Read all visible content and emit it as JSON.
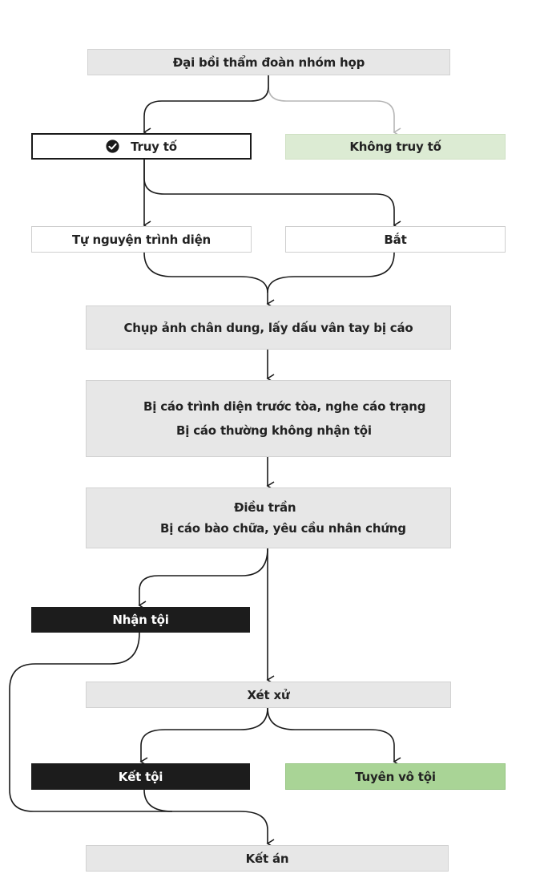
{
  "nodes": {
    "grand_jury": "Đại bồi thẩm đoàn nhóm họp",
    "indictment": "Truy tố",
    "no_indictment": "Không truy tố",
    "voluntary_appearance": "Tự nguyện trình diện",
    "arrest": "Bắt",
    "booking": "Chụp ảnh chân dung, lấy dấu vân tay bị cáo",
    "arraignment_line1": "Bị cáo trình diện trước tòa, nghe cáo trạng",
    "arraignment_line2": "Bị cáo thường không nhận tội",
    "hearing_line1": "Điều trần",
    "hearing_line2": "Bị cáo bào chữa, yêu cầu nhân chứng",
    "guilty_plea": "Nhận tội",
    "trial": "Xét xử",
    "conviction": "Kết tội",
    "acquittal": "Tuyên vô tội",
    "sentencing": "Kết án"
  },
  "icons": {
    "indictment_marker": "check-circle-icon"
  },
  "colors": {
    "box_gray": "#e7e7e7",
    "box_black": "#1c1c1c",
    "box_green_light": "#dcebd3",
    "box_green": "#a9d496",
    "arrow_dark": "#1a1a1a",
    "arrow_light": "#b5b5b5"
  }
}
